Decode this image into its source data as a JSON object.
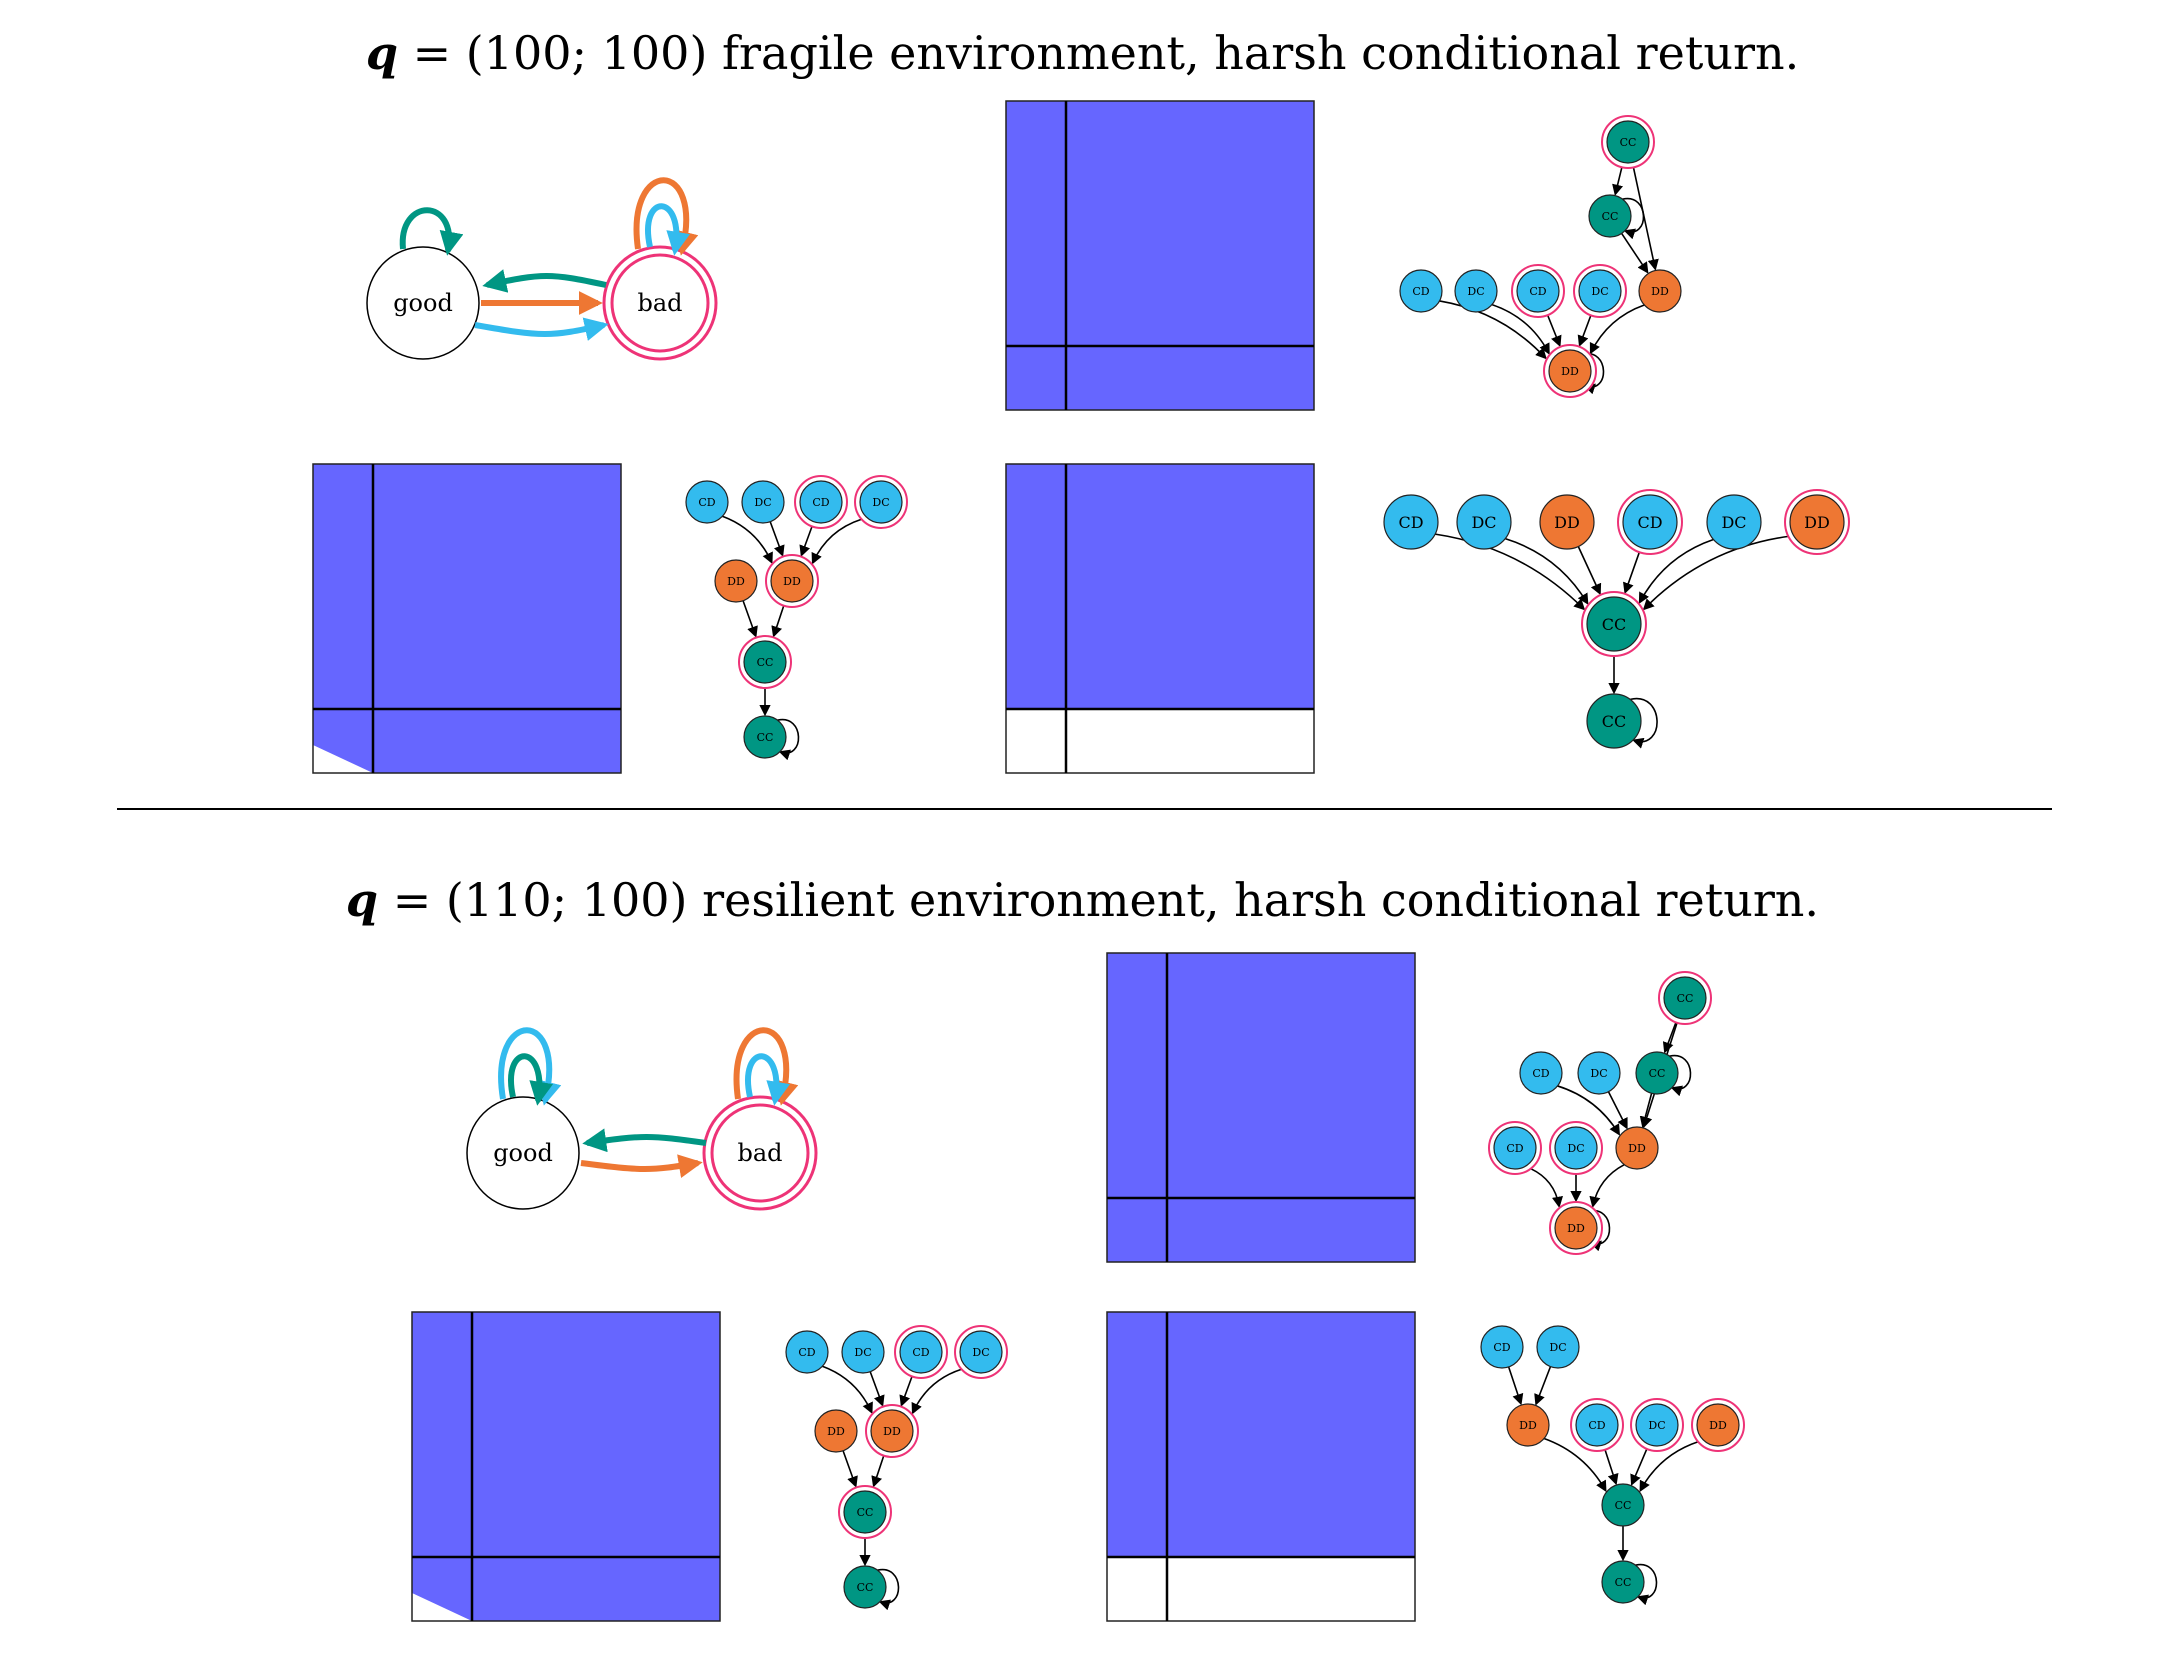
{
  "colors": {
    "teal": "#009683",
    "orange": "#ee7733",
    "sky": "#33bbee",
    "magenta": "#ee3377",
    "region": "#6666ff"
  },
  "sections": [
    {
      "title_var": "q",
      "title_eq": " = (100; 100) fragile environment, harsh conditional return.",
      "states": {
        "good": "good",
        "bad": "bad"
      },
      "graph_labels": {
        "g1": [
          "CC",
          "CC",
          "CD",
          "DC",
          "CD",
          "DC",
          "DD",
          "DD"
        ],
        "g2": [
          "CD",
          "DC",
          "CD",
          "DC",
          "DD",
          "DD",
          "CC",
          "CC"
        ],
        "g3": [
          "CD",
          "DC",
          "DD",
          "CD",
          "DC",
          "DD",
          "CC",
          "CC"
        ]
      }
    },
    {
      "title_var": "q",
      "title_eq": " = (110; 100) resilient environment, harsh conditional return.",
      "states": {
        "good": "good",
        "bad": "bad"
      },
      "graph_labels": {
        "g1": [
          "CC",
          "CD",
          "DC",
          "CC",
          "CD",
          "DC",
          "DD",
          "DD"
        ],
        "g2": [
          "CD",
          "DC",
          "CD",
          "DC",
          "DD",
          "DD",
          "CC",
          "CC"
        ],
        "g3": [
          "CD",
          "DC",
          "DD",
          "CD",
          "DC",
          "DD",
          "CC",
          "CC"
        ]
      }
    }
  ]
}
